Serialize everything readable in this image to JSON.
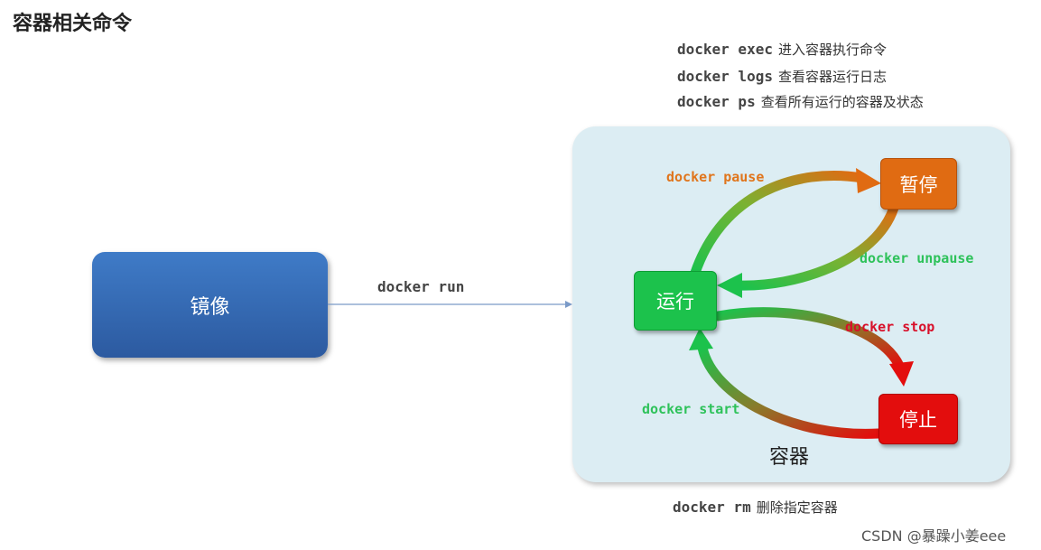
{
  "title": "容器相关命令",
  "top_commands": [
    {
      "code": "docker exec",
      "desc": "进入容器执行命令"
    },
    {
      "code": "docker logs",
      "desc": "查看容器运行日志"
    },
    {
      "code": "docker ps",
      "desc": "查看所有运行的容器及状态"
    }
  ],
  "image_box": {
    "label": "镜像"
  },
  "run_command": "docker run",
  "container": {
    "label": "容器",
    "states": {
      "running": "运行",
      "paused": "暂停",
      "stopped": "停止"
    },
    "transitions": {
      "pause": "docker pause",
      "unpause": "docker unpause",
      "stop": "docker stop",
      "start": "docker start"
    }
  },
  "bottom_command": {
    "code": "docker rm",
    "desc": "删除指定容器"
  },
  "watermark": "CSDN @暴躁小姜eee",
  "colors": {
    "image_blue": "#2c5aa0",
    "running_green": "#1cc24c",
    "paused_orange": "#e06b12",
    "stopped_red": "#e30d0d",
    "panel_bg": "#dcedf3"
  }
}
